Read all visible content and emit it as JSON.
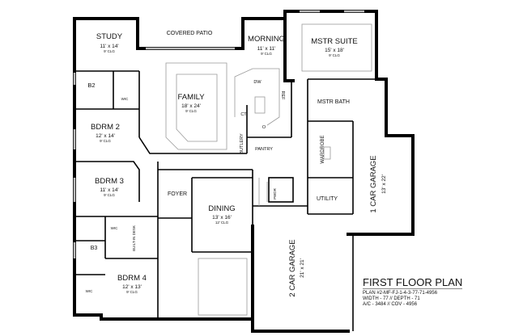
{
  "plan": {
    "title": "FIRST FLOOR PLAN",
    "plan_number": "PLAN #2-MF-FJ-1-4-3-77-71-4956",
    "dimensions": "WIDTH - 77 // DEPTH - 71",
    "area": "A/C - 3484 // COV - 4956"
  },
  "rooms": {
    "study": {
      "name": "STUDY",
      "size": "11' x 14'",
      "ceiling": "9' CLG"
    },
    "patio": {
      "name": "COVERED PATIO"
    },
    "morning": {
      "name": "MORNING",
      "size": "11' x 11'",
      "ceiling": "9' CLG"
    },
    "mstr_suite": {
      "name": "MSTR SUITE",
      "size": "15' x 18'",
      "ceiling": "9' CLG"
    },
    "b2": {
      "name": "B2"
    },
    "wc1": {
      "name": "WIC"
    },
    "family": {
      "name": "FAMILY",
      "size": "18' x 24'",
      "ceiling": "9' CLG"
    },
    "mstr_bath": {
      "name": "MSTR BATH"
    },
    "bdrm2": {
      "name": "BDRM 2",
      "size": "12' x 14'",
      "ceiling": "9' CLG"
    },
    "bdrm3": {
      "name": "BDRM 3",
      "size": "11' x 14'",
      "ceiling": "9' CLG"
    },
    "foyer": {
      "name": "FOYER"
    },
    "dining": {
      "name": "DINING",
      "size": "13' x 16'",
      "ceiling": "12' CLG"
    },
    "wic2": {
      "name": "WIC"
    },
    "b3": {
      "name": "B3"
    },
    "built_in_desk": {
      "name": "BUILT-IN DESK"
    },
    "bdrm4": {
      "name": "BDRM 4",
      "size": "12' x 13'",
      "ceiling": "9' CLG"
    },
    "wic3": {
      "name": "WIC"
    },
    "garage2": {
      "name": "2 CAR GARAGE",
      "size": "21' x 21'"
    },
    "garage1": {
      "name": "1 CAR GARAGE",
      "size": "13' x 22'"
    },
    "wardrobe": {
      "name": "WARDROBE"
    },
    "utility": {
      "name": "UTILITY"
    },
    "pwdr": {
      "name": "PWDR"
    },
    "pantry": {
      "name": "PANTRY"
    },
    "butlery": {
      "name": "BUTLERY"
    }
  },
  "fixtures": {
    "dw": "DW",
    "ref": "REF",
    "ct": "CT",
    "o": "O"
  }
}
